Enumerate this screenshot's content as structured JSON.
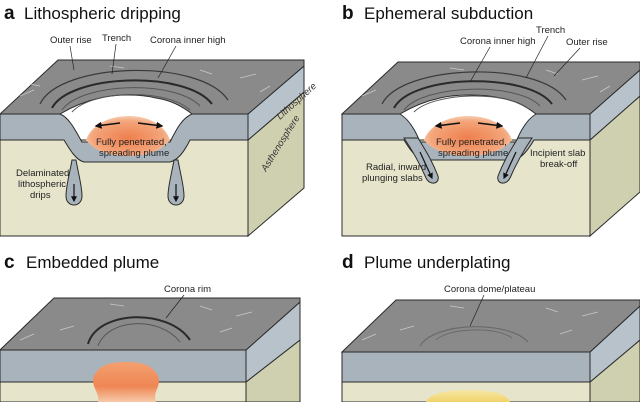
{
  "panels": [
    {
      "letter": "a",
      "title": "Lithospheric dripping",
      "labels": {
        "outer_rise": "Outer rise",
        "trench": "Trench",
        "corona_inner_high": "Corona inner high",
        "lithosphere": "Lithosphere",
        "asthenosphere": "Asthenosphere",
        "plume_line1": "Fully penetrated,",
        "plume_line2": "spreading plume",
        "drips_line1": "Delaminated",
        "drips_line2": "lithospheric",
        "drips_line3": "drips"
      }
    },
    {
      "letter": "b",
      "title": "Ephemeral subduction",
      "labels": {
        "trench": "Trench",
        "corona_inner_high": "Corona inner high",
        "outer_rise": "Outer rise",
        "plume_line1": "Fully penetrated,",
        "plume_line2": "spreading plume",
        "slabs_line1": "Radial, inward",
        "slabs_line2": "plunging slabs",
        "breakoff_line1": "Incipient slab",
        "breakoff_line2": "break-off"
      }
    },
    {
      "letter": "c",
      "title": "Embedded plume",
      "labels": {
        "corona_rim": "Corona rim"
      }
    },
    {
      "letter": "d",
      "title": "Plume underplating",
      "labels": {
        "corona_dome": "Corona dome/plateau"
      }
    }
  ],
  "colors": {
    "surface": "#8a8a8a",
    "surface_dark": "#6f6f6f",
    "lithosphere": "#a8b3bc",
    "asthenosphere_front": "#e6e5cc",
    "asthenosphere_side": "#cfd0b0",
    "plume_core": "#f08a5a",
    "plume_edge": "#f7d0b0",
    "outline": "#2a2a2a"
  }
}
